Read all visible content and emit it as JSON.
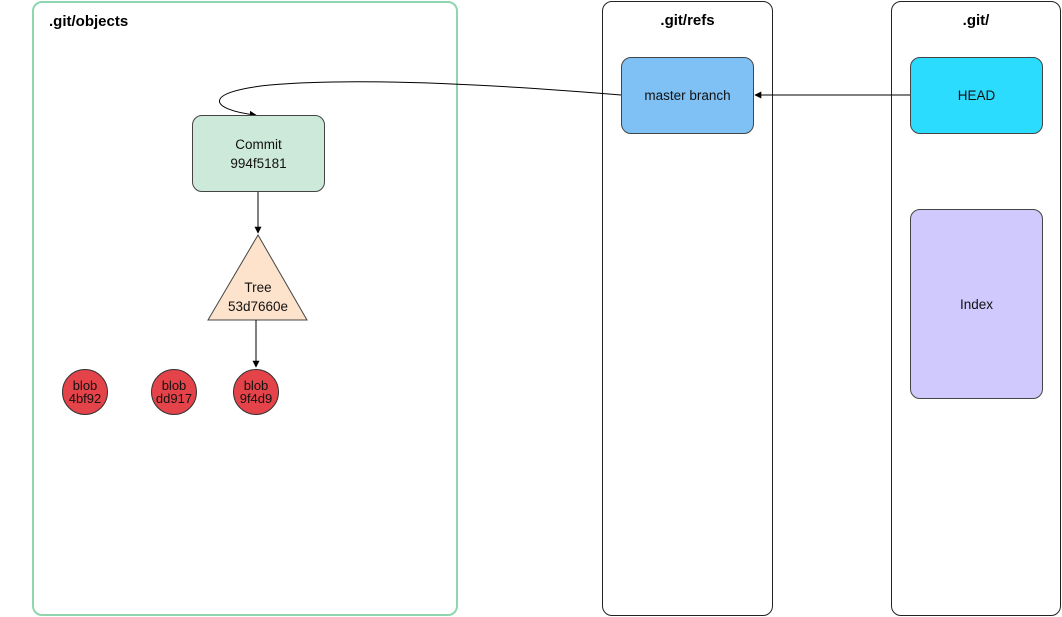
{
  "panels": {
    "objects": {
      "title": ".git/objects"
    },
    "refs": {
      "title": ".git/refs"
    },
    "git": {
      "title": ".git/"
    }
  },
  "commit": {
    "label": "Commit",
    "hash": "994f5181",
    "fill": "#cde9da"
  },
  "tree": {
    "label": "Tree",
    "hash": "53d7660e",
    "fill": "#fde3cb"
  },
  "blobs": [
    {
      "label": "blob",
      "hash": "4bf92"
    },
    {
      "label": "blob",
      "hash": "dd917"
    },
    {
      "label": "blob",
      "hash": "9f4d9"
    }
  ],
  "blob_fill": "#e5434a",
  "refs": {
    "master": {
      "label": "master branch",
      "fill": "#7fc1f4"
    }
  },
  "git": {
    "head": {
      "label": "HEAD",
      "fill": "#2cdcff"
    },
    "index": {
      "label": "Index",
      "fill": "#d0c9fe"
    }
  },
  "objects_border_color": "#8fd6ae"
}
